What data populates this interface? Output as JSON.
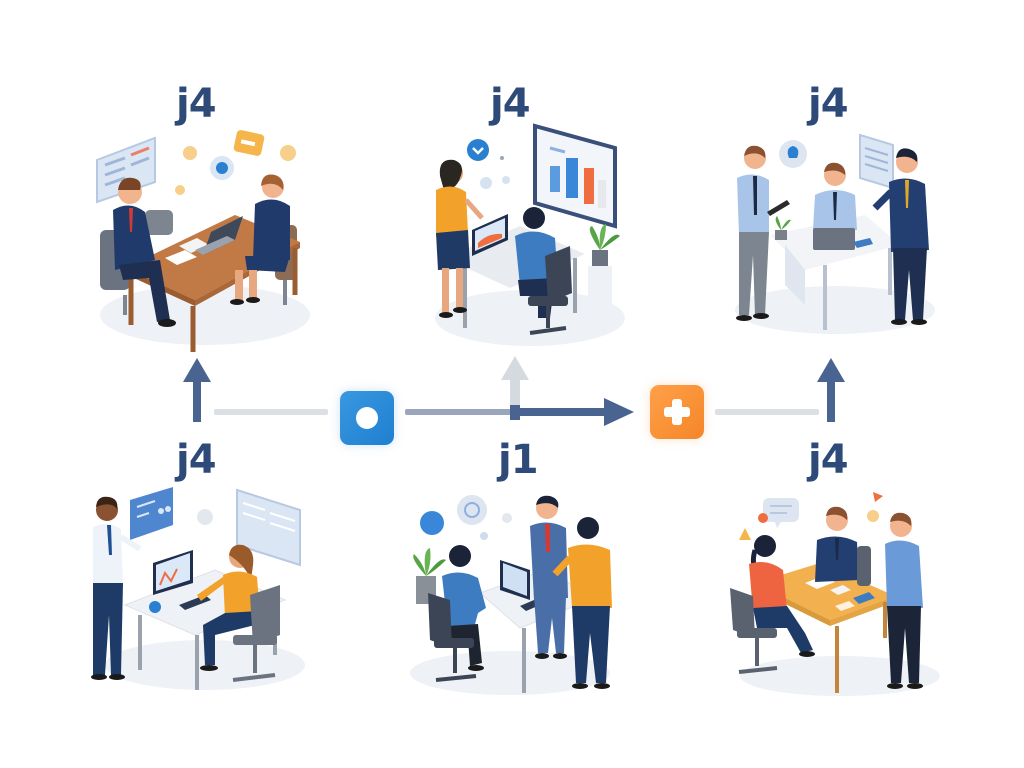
{
  "diagram": {
    "title": "",
    "top_row": [
      {
        "id": "scene-top-left",
        "label": "j4",
        "description": "Two people in a meeting at a wooden desk with a laptop"
      },
      {
        "id": "scene-top-center",
        "label": "j4",
        "description": "Woman standing beside a man working at a computer, wall chart display"
      },
      {
        "id": "scene-top-right",
        "label": "j4",
        "description": "Three men around a desk with a laptop, one holding a notebook"
      }
    ],
    "bottom_row": [
      {
        "id": "scene-bottom-left",
        "label": "j4",
        "description": "Man presenting to a woman working at a computer"
      },
      {
        "id": "scene-bottom-center",
        "label": "j1",
        "description": "Man at a computer with two colleagues standing"
      },
      {
        "id": "scene-bottom-right",
        "label": "j4",
        "description": "Three people meeting around a yellow table"
      }
    ],
    "nodes": [
      {
        "id": "node-circle",
        "icon": "circle-icon",
        "color": "#2a8ad8"
      },
      {
        "id": "node-plus",
        "icon": "plus-icon",
        "color": "#f7912f"
      }
    ],
    "connectors": [
      {
        "from": "scene-bottom-left",
        "to": "scene-top-left",
        "type": "arrow-up",
        "color": "#4a6491"
      },
      {
        "from": "scene-bottom-center",
        "to": "scene-top-center",
        "type": "arrow-up",
        "color": "#d5dae0"
      },
      {
        "from": "scene-bottom-right",
        "to": "scene-top-right",
        "type": "arrow-up",
        "color": "#4a6491"
      },
      {
        "from": "scene-bottom-left",
        "to": "node-circle",
        "type": "line",
        "color": "#dcdfe3"
      },
      {
        "from": "node-circle",
        "to": "node-plus",
        "type": "arrow-right",
        "color": "#4a6491"
      },
      {
        "from": "node-plus",
        "to": "scene-bottom-right",
        "type": "line",
        "color": "#dcdfe3"
      }
    ]
  },
  "colors": {
    "label": "#2d4a78",
    "arrow_dark": "#4a6491",
    "arrow_light": "#d5dae0",
    "line": "#dcdfe3",
    "node_blue": "#2a8ad8",
    "node_orange": "#f7912f"
  }
}
